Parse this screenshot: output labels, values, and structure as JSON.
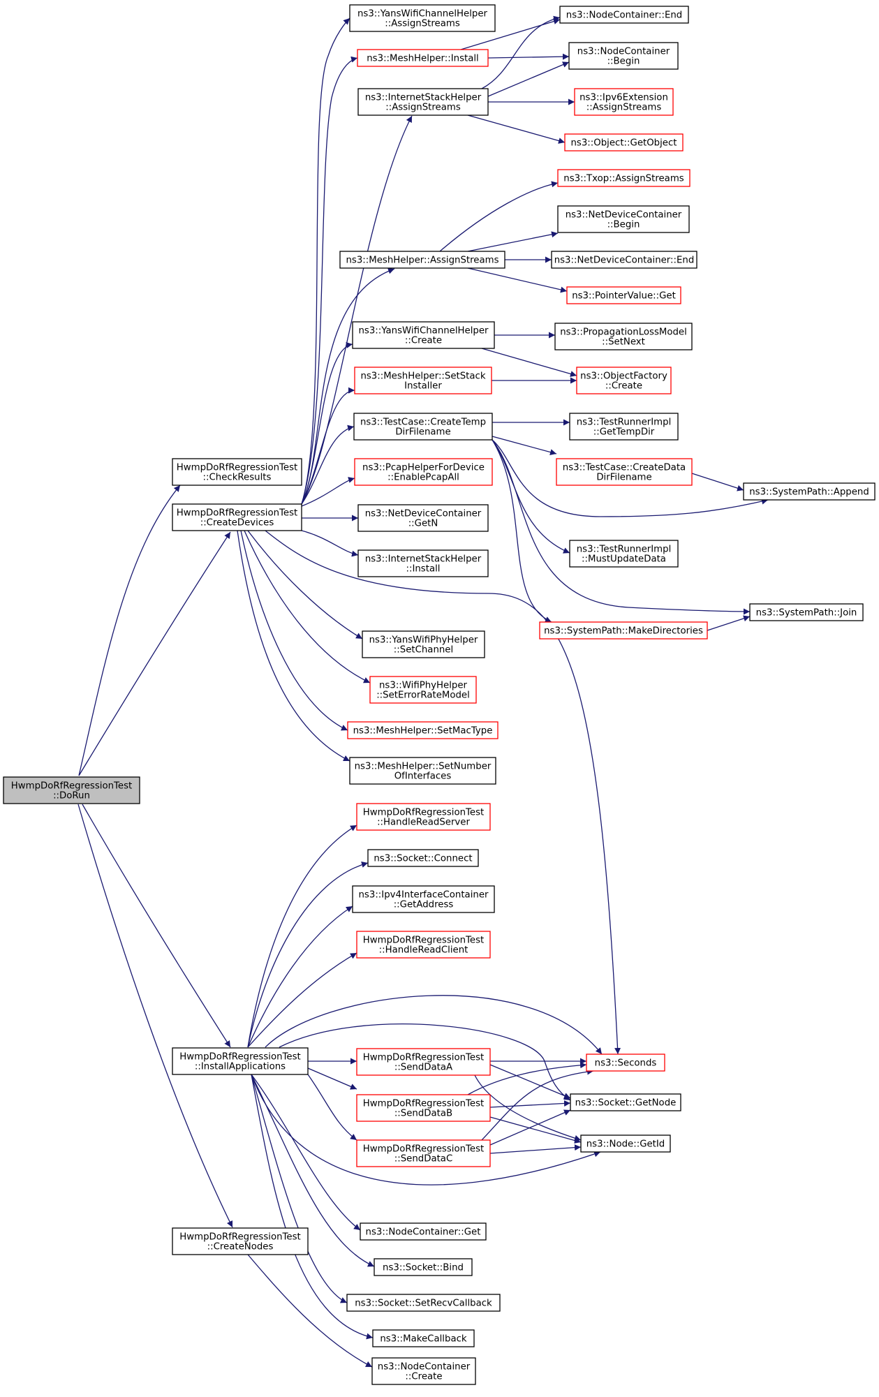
{
  "graph": {
    "nodes": [
      {
        "id": "root",
        "lines": [
          "HwmpDoRfRegressionTest",
          "::DoRun"
        ],
        "kind": "root"
      },
      {
        "id": "check",
        "lines": [
          "HwmpDoRfRegressionTest",
          "::CheckResults"
        ],
        "kind": "normal"
      },
      {
        "id": "createDev",
        "lines": [
          "HwmpDoRfRegressionTest",
          "::CreateDevices"
        ],
        "kind": "normal"
      },
      {
        "id": "installApps",
        "lines": [
          "HwmpDoRfRegressionTest",
          "::InstallApplications"
        ],
        "kind": "normal"
      },
      {
        "id": "createNodes",
        "lines": [
          "HwmpDoRfRegressionTest",
          "::CreateNodes"
        ],
        "kind": "normal"
      },
      {
        "id": "yansAssign",
        "lines": [
          "ns3::YansWifiChannelHelper",
          "::AssignStreams"
        ],
        "kind": "normal"
      },
      {
        "id": "meshInstall",
        "lines": [
          "ns3::MeshHelper::Install"
        ],
        "kind": "red"
      },
      {
        "id": "inetAssign",
        "lines": [
          "ns3::InternetStackHelper",
          "::AssignStreams"
        ],
        "kind": "normal"
      },
      {
        "id": "meshAssign",
        "lines": [
          "ns3::MeshHelper::AssignStreams"
        ],
        "kind": "normal"
      },
      {
        "id": "yansCreate",
        "lines": [
          "ns3::YansWifiChannelHelper",
          "::Create"
        ],
        "kind": "normal"
      },
      {
        "id": "meshSetStack",
        "lines": [
          "ns3::MeshHelper::SetStack",
          "Installer"
        ],
        "kind": "red"
      },
      {
        "id": "tcTemp",
        "lines": [
          "ns3::TestCase::CreateTemp",
          "DirFilename"
        ],
        "kind": "normal"
      },
      {
        "id": "pcap",
        "lines": [
          "ns3::PcapHelperForDevice",
          "::EnablePcapAll"
        ],
        "kind": "red"
      },
      {
        "id": "ndcGetN",
        "lines": [
          "ns3::NetDeviceContainer",
          "::GetN"
        ],
        "kind": "normal"
      },
      {
        "id": "ishInstall",
        "lines": [
          "ns3::InternetStackHelper",
          "::Install"
        ],
        "kind": "normal"
      },
      {
        "id": "yansPhySetCh",
        "lines": [
          "ns3::YansWifiPhyHelper",
          "::SetChannel"
        ],
        "kind": "normal"
      },
      {
        "id": "wifiPhyErr",
        "lines": [
          "ns3::WifiPhyHelper",
          "::SetErrorRateModel"
        ],
        "kind": "red"
      },
      {
        "id": "meshMac",
        "lines": [
          "ns3::MeshHelper::SetMacType"
        ],
        "kind": "red"
      },
      {
        "id": "meshNumIf",
        "lines": [
          "ns3::MeshHelper::SetNumber",
          "OfInterfaces"
        ],
        "kind": "normal"
      },
      {
        "id": "ncEnd",
        "lines": [
          "ns3::NodeContainer::End"
        ],
        "kind": "normal"
      },
      {
        "id": "ncBegin",
        "lines": [
          "ns3::NodeContainer",
          "::Begin"
        ],
        "kind": "normal"
      },
      {
        "id": "ipv6Ext",
        "lines": [
          "ns3::Ipv6Extension",
          "::AssignStreams"
        ],
        "kind": "red"
      },
      {
        "id": "getObject",
        "lines": [
          "ns3::Object::GetObject"
        ],
        "kind": "red"
      },
      {
        "id": "txop",
        "lines": [
          "ns3::Txop::AssignStreams"
        ],
        "kind": "red"
      },
      {
        "id": "ndcBegin",
        "lines": [
          "ns3::NetDeviceContainer",
          "::Begin"
        ],
        "kind": "normal"
      },
      {
        "id": "ndcEnd",
        "lines": [
          "ns3::NetDeviceContainer::End"
        ],
        "kind": "normal"
      },
      {
        "id": "pvGet",
        "lines": [
          "ns3::PointerValue::Get"
        ],
        "kind": "red"
      },
      {
        "id": "propSetNext",
        "lines": [
          "ns3::PropagationLossModel",
          "::SetNext"
        ],
        "kind": "normal"
      },
      {
        "id": "ofCreate",
        "lines": [
          "ns3::ObjectFactory",
          "::Create"
        ],
        "kind": "red"
      },
      {
        "id": "trGetTemp",
        "lines": [
          "ns3::TestRunnerImpl",
          "::GetTempDir"
        ],
        "kind": "normal"
      },
      {
        "id": "tcData",
        "lines": [
          "ns3::TestCase::CreateData",
          "DirFilename"
        ],
        "kind": "red"
      },
      {
        "id": "spAppend",
        "lines": [
          "ns3::SystemPath::Append"
        ],
        "kind": "normal"
      },
      {
        "id": "trMust",
        "lines": [
          "ns3::TestRunnerImpl",
          "::MustUpdateData"
        ],
        "kind": "normal"
      },
      {
        "id": "spJoin",
        "lines": [
          "ns3::SystemPath::Join"
        ],
        "kind": "normal"
      },
      {
        "id": "spMake",
        "lines": [
          "ns3::SystemPath::MakeDirectories"
        ],
        "kind": "red"
      },
      {
        "id": "hrServer",
        "lines": [
          "HwmpDoRfRegressionTest",
          "::HandleReadServer"
        ],
        "kind": "red"
      },
      {
        "id": "sockConnect",
        "lines": [
          "ns3::Socket::Connect"
        ],
        "kind": "normal"
      },
      {
        "id": "ipv4GetAddr",
        "lines": [
          "ns3::Ipv4InterfaceContainer",
          "::GetAddress"
        ],
        "kind": "normal"
      },
      {
        "id": "hrClient",
        "lines": [
          "HwmpDoRfRegressionTest",
          "::HandleReadClient"
        ],
        "kind": "red"
      },
      {
        "id": "sendA",
        "lines": [
          "HwmpDoRfRegressionTest",
          "::SendDataA"
        ],
        "kind": "red"
      },
      {
        "id": "sendB",
        "lines": [
          "HwmpDoRfRegressionTest",
          "::SendDataB"
        ],
        "kind": "red"
      },
      {
        "id": "sendC",
        "lines": [
          "HwmpDoRfRegressionTest",
          "::SendDataC"
        ],
        "kind": "red"
      },
      {
        "id": "seconds",
        "lines": [
          "ns3::Seconds"
        ],
        "kind": "red"
      },
      {
        "id": "sockGetNode",
        "lines": [
          "ns3::Socket::GetNode"
        ],
        "kind": "normal"
      },
      {
        "id": "nodeGetId",
        "lines": [
          "ns3::Node::GetId"
        ],
        "kind": "normal"
      },
      {
        "id": "ncGet",
        "lines": [
          "ns3::NodeContainer::Get"
        ],
        "kind": "normal"
      },
      {
        "id": "sockBind",
        "lines": [
          "ns3::Socket::Bind"
        ],
        "kind": "normal"
      },
      {
        "id": "sockRecv",
        "lines": [
          "ns3::Socket::SetRecvCallback"
        ],
        "kind": "normal"
      },
      {
        "id": "makeCb",
        "lines": [
          "ns3::MakeCallback"
        ],
        "kind": "normal"
      },
      {
        "id": "ncCreate",
        "lines": [
          "ns3::NodeContainer",
          "::Create"
        ],
        "kind": "normal"
      }
    ]
  }
}
